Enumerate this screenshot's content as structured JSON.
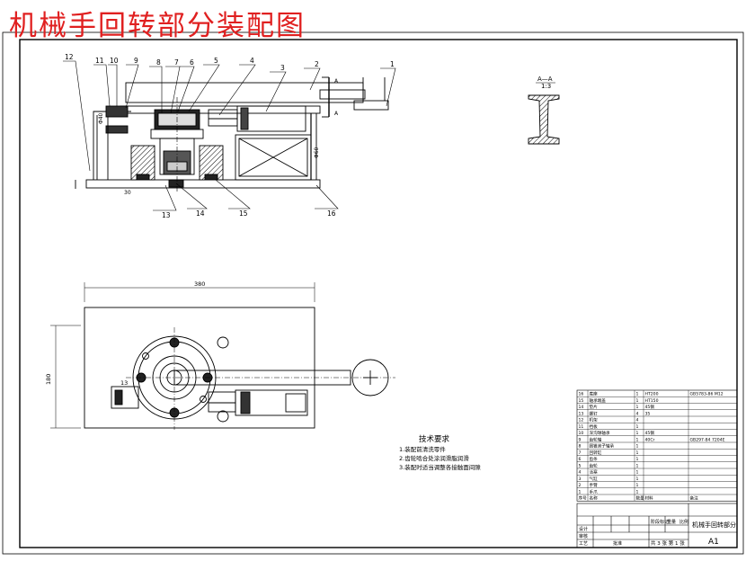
{
  "drawing_title": "机械手回转部分装配图",
  "section_label": "A—A",
  "section_scale": "1:3",
  "section_marks": [
    "A",
    "A"
  ],
  "part_callouts": [
    "1",
    "2",
    "3",
    "4",
    "5",
    "6",
    "7",
    "8",
    "9",
    "10",
    "11",
    "12",
    "13",
    "14",
    "15",
    "16"
  ],
  "dims": {
    "top_width": "380",
    "left_height": "180",
    "d1": "Φ40",
    "d2": "Φ60",
    "d3": "30"
  },
  "tech_requirements": {
    "heading": "技术要求",
    "items": [
      "1.装配前清洗零件",
      "2.齿轮啮合处涂润滑脂润滑",
      "3.装配时适当调整各接触面间隙"
    ]
  },
  "bom_rows": [
    {
      "no": "16",
      "name": "底座",
      "qty": "1",
      "mat": "HT200",
      "note": "GB5783-86 M12"
    },
    {
      "no": "15",
      "name": "轴承端盖",
      "qty": "1",
      "mat": "HT150",
      "note": ""
    },
    {
      "no": "14",
      "name": "垫片",
      "qty": "1",
      "mat": "45钢",
      "note": ""
    },
    {
      "no": "13",
      "name": "螺钉",
      "qty": "4",
      "mat": "35",
      "note": ""
    },
    {
      "no": "12",
      "name": "机架",
      "qty": "4",
      "mat": "",
      "note": ""
    },
    {
      "no": "11",
      "name": "挡板",
      "qty": "1",
      "mat": "",
      "note": ""
    },
    {
      "no": "10",
      "name": "深沟球轴承",
      "qty": "1",
      "mat": "45钢",
      "note": ""
    },
    {
      "no": "9",
      "name": "齿轮轴",
      "qty": "1",
      "mat": "40Cr",
      "note": "GB297-84 7204E"
    },
    {
      "no": "8",
      "name": "圆锥滚子轴承",
      "qty": "1",
      "mat": "",
      "note": ""
    },
    {
      "no": "7",
      "name": "回转缸",
      "qty": "1",
      "mat": "",
      "note": ""
    },
    {
      "no": "6",
      "name": "齿条",
      "qty": "1",
      "mat": "",
      "note": ""
    },
    {
      "no": "5",
      "name": "齿轮",
      "qty": "1",
      "mat": "",
      "note": ""
    },
    {
      "no": "4",
      "name": "活塞",
      "qty": "1",
      "mat": "",
      "note": ""
    },
    {
      "no": "3",
      "name": "气缸",
      "qty": "1",
      "mat": "",
      "note": ""
    },
    {
      "no": "2",
      "name": "手臂",
      "qty": "1",
      "mat": "",
      "note": ""
    },
    {
      "no": "1",
      "name": "手爪",
      "qty": "1",
      "mat": "",
      "note": ""
    }
  ],
  "bom_header": {
    "no": "序号",
    "name": "名称",
    "qty": "数量",
    "mat": "材料",
    "note": "备注"
  },
  "title_block": {
    "name": "机械手回转部分",
    "sheet_size": "A1",
    "sheet_info": "共 3 张 第 1 张",
    "scale_label": "比例",
    "weight_label": "重量",
    "design_label": "设计",
    "check_label": "审核",
    "process_label": "工艺",
    "approve_label": "批准",
    "stage_label": "阶段标记"
  }
}
